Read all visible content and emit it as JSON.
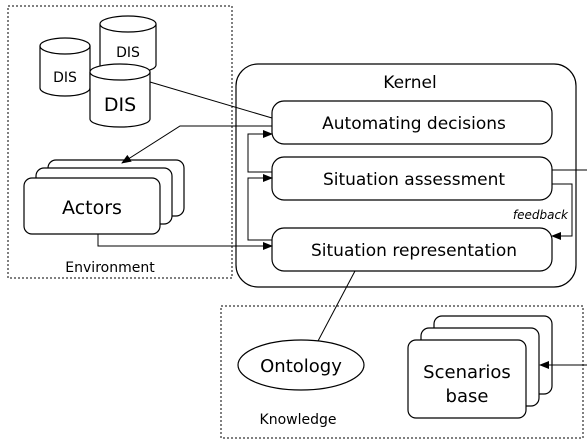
{
  "environment": {
    "label": "Environment",
    "databases": [
      "DIS",
      "DIS",
      "DIS"
    ],
    "actors_label": "Actors"
  },
  "kernel": {
    "title": "Kernel",
    "automating_decisions": "Automating decisions",
    "situation_assessment": "Situation assessment",
    "situation_representation": "Situation representation",
    "feedback_label": "feedback"
  },
  "knowledge": {
    "label": "Knowledge",
    "ontology_label": "Ontology",
    "scenarios_line1": "Scenarios",
    "scenarios_line2": "base"
  },
  "colors": {
    "stroke": "#000000",
    "fill": "#ffffff"
  }
}
